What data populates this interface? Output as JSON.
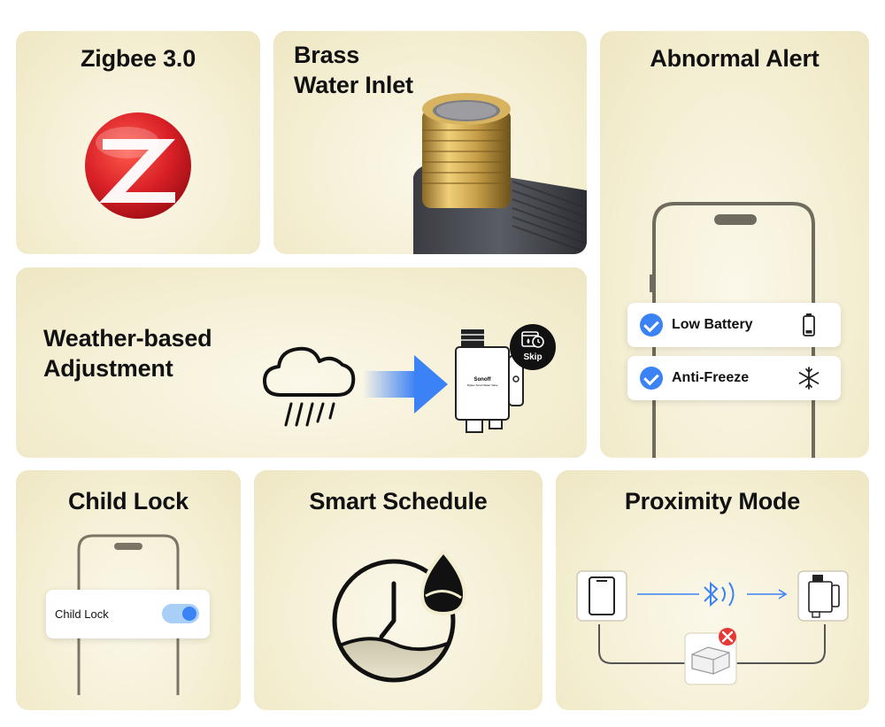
{
  "cards": {
    "zigbee": {
      "title": "Zigbee 3.0"
    },
    "brass": {
      "title_line1": "Brass",
      "title_line2": "Water Inlet"
    },
    "alert": {
      "title": "Abnormal Alert",
      "items": [
        {
          "label": "Low Battery",
          "icon": "battery-icon"
        },
        {
          "label": "Anti-Freeze",
          "icon": "snowflake-icon"
        }
      ]
    },
    "weather": {
      "title_line1": "Weather-based",
      "title_line2": "Adjustment",
      "skip_label": "Skip",
      "device_brand": "Sonoff",
      "device_caption": "Zigbee Smart Water Valve"
    },
    "childlock": {
      "title": "Child Lock",
      "toggle_label": "Child Lock",
      "toggle_on": true
    },
    "schedule": {
      "title": "Smart Schedule"
    },
    "proximity": {
      "title": "Proximity Mode"
    }
  },
  "colors": {
    "accent_blue": "#3b82f6",
    "zigbee_red": "#d81f26",
    "brass": "#c9a24a",
    "card_bg": "#f3edcf",
    "error_red": "#e53935"
  }
}
